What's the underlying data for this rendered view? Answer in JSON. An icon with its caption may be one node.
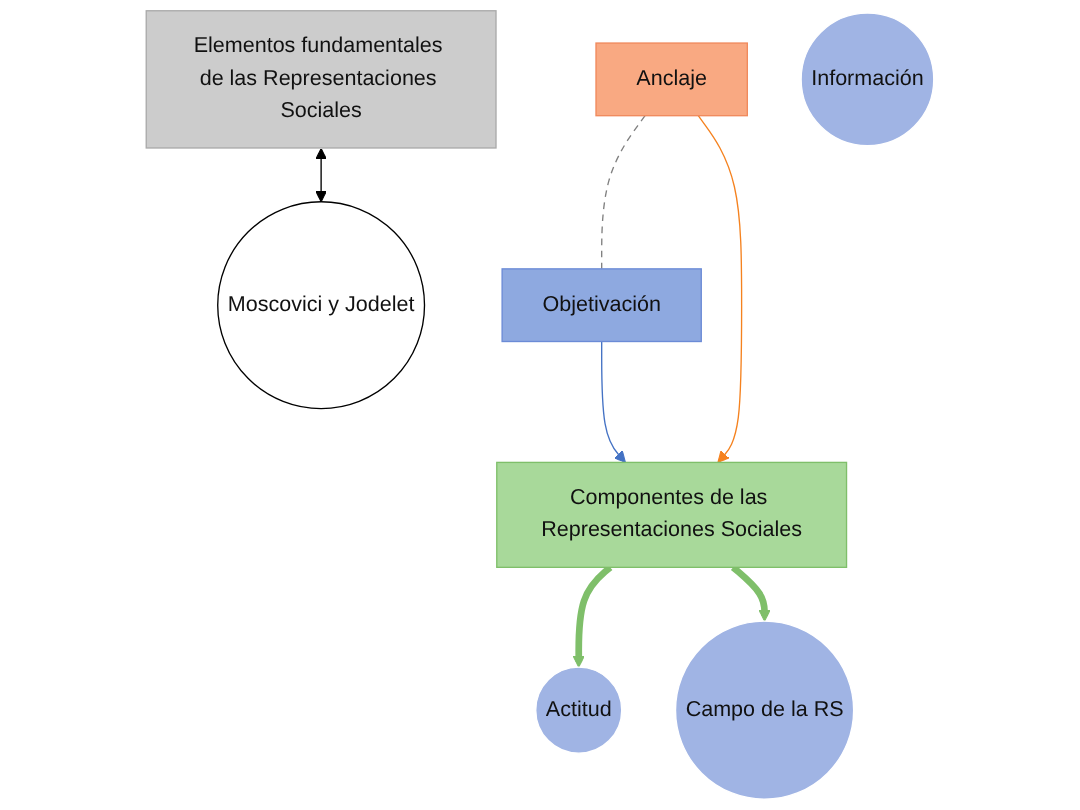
{
  "diagram": {
    "nodes": [
      {
        "text": [
          "Elementos fundamentales de las Representaciones Sociales"
        ]
      },
      {
        "text": [
          "Anclaje"
        ]
      },
      {
        "text": [
          "Objetivación"
        ]
      },
      {
        "text": [
          "Moscovici y Jodelet"
        ]
      },
      {
        "text": [
          "Componentes de las Representaciones Sociales"
        ]
      },
      {
        "text": [
          "Información"
        ]
      },
      {
        "text": [
          "Actitud"
        ]
      },
      {
        "text": [
          "Campo de la RS"
        ]
      }
    ],
    "edges": [
      {
        "from": 0,
        "to": 3,
        "arrow": "both",
        "color": "#000000"
      },
      {
        "from": 1,
        "to": 2,
        "arrow": "none",
        "style": "dashed",
        "color": "#808080"
      },
      {
        "from": 1,
        "to": 4,
        "arrow": "to",
        "color": "#f5821f"
      },
      {
        "from": 2,
        "to": 4,
        "arrow": "to",
        "color": "#4472c4"
      },
      {
        "from": 4,
        "to": 6,
        "arrow": "to",
        "style": "thick",
        "color": "#7fbf6a"
      },
      {
        "from": 4,
        "to": 7,
        "arrow": "to",
        "style": "thick",
        "color": "#7fbf6a"
      }
    ]
  }
}
